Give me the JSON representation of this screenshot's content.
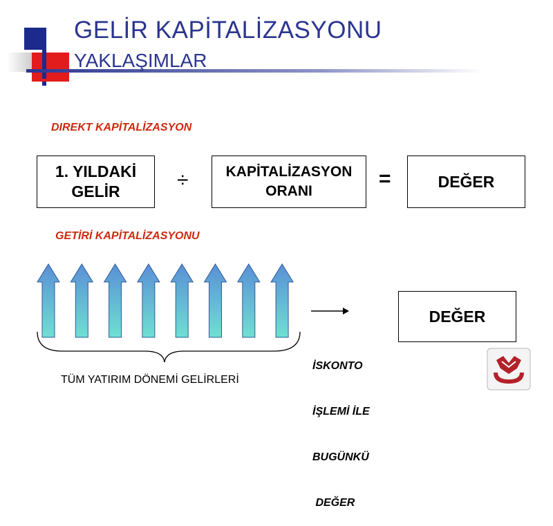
{
  "title": {
    "line1": "GELİR KAPİTALİZASYONU",
    "line2": "YAKLAŞIMLAR"
  },
  "direct": {
    "heading": "DIREKT KAPİTALİZASYON",
    "income_box": {
      "line1": "1. YILDAKİ",
      "line2": "GELİR"
    },
    "divide_symbol": "÷",
    "rate_box": {
      "line1": "KAPİTALİZASYON",
      "line2": "ORANI"
    },
    "equals_symbol": "=",
    "value_box": "DEĞER"
  },
  "yield": {
    "heading": "GETİRİ KAPİTALİZASYONU",
    "arrow_count": 8,
    "brace_caption": "TÜM YATIRIM DÖNEMİ GELİRLERİ",
    "discount_note": {
      "line1": "İSKONTO",
      "line2": "İŞLEMİ İLE",
      "line3": "BUGÜNKÜ",
      "line4": " DEĞER"
    },
    "value_box": "DEĞER"
  },
  "colors": {
    "title": "#2b3590",
    "section_heading": "#cc2a10",
    "arrow_top": "#5a8fd6",
    "arrow_bottom": "#6fe0d2",
    "logo_red": "#b3222a"
  }
}
